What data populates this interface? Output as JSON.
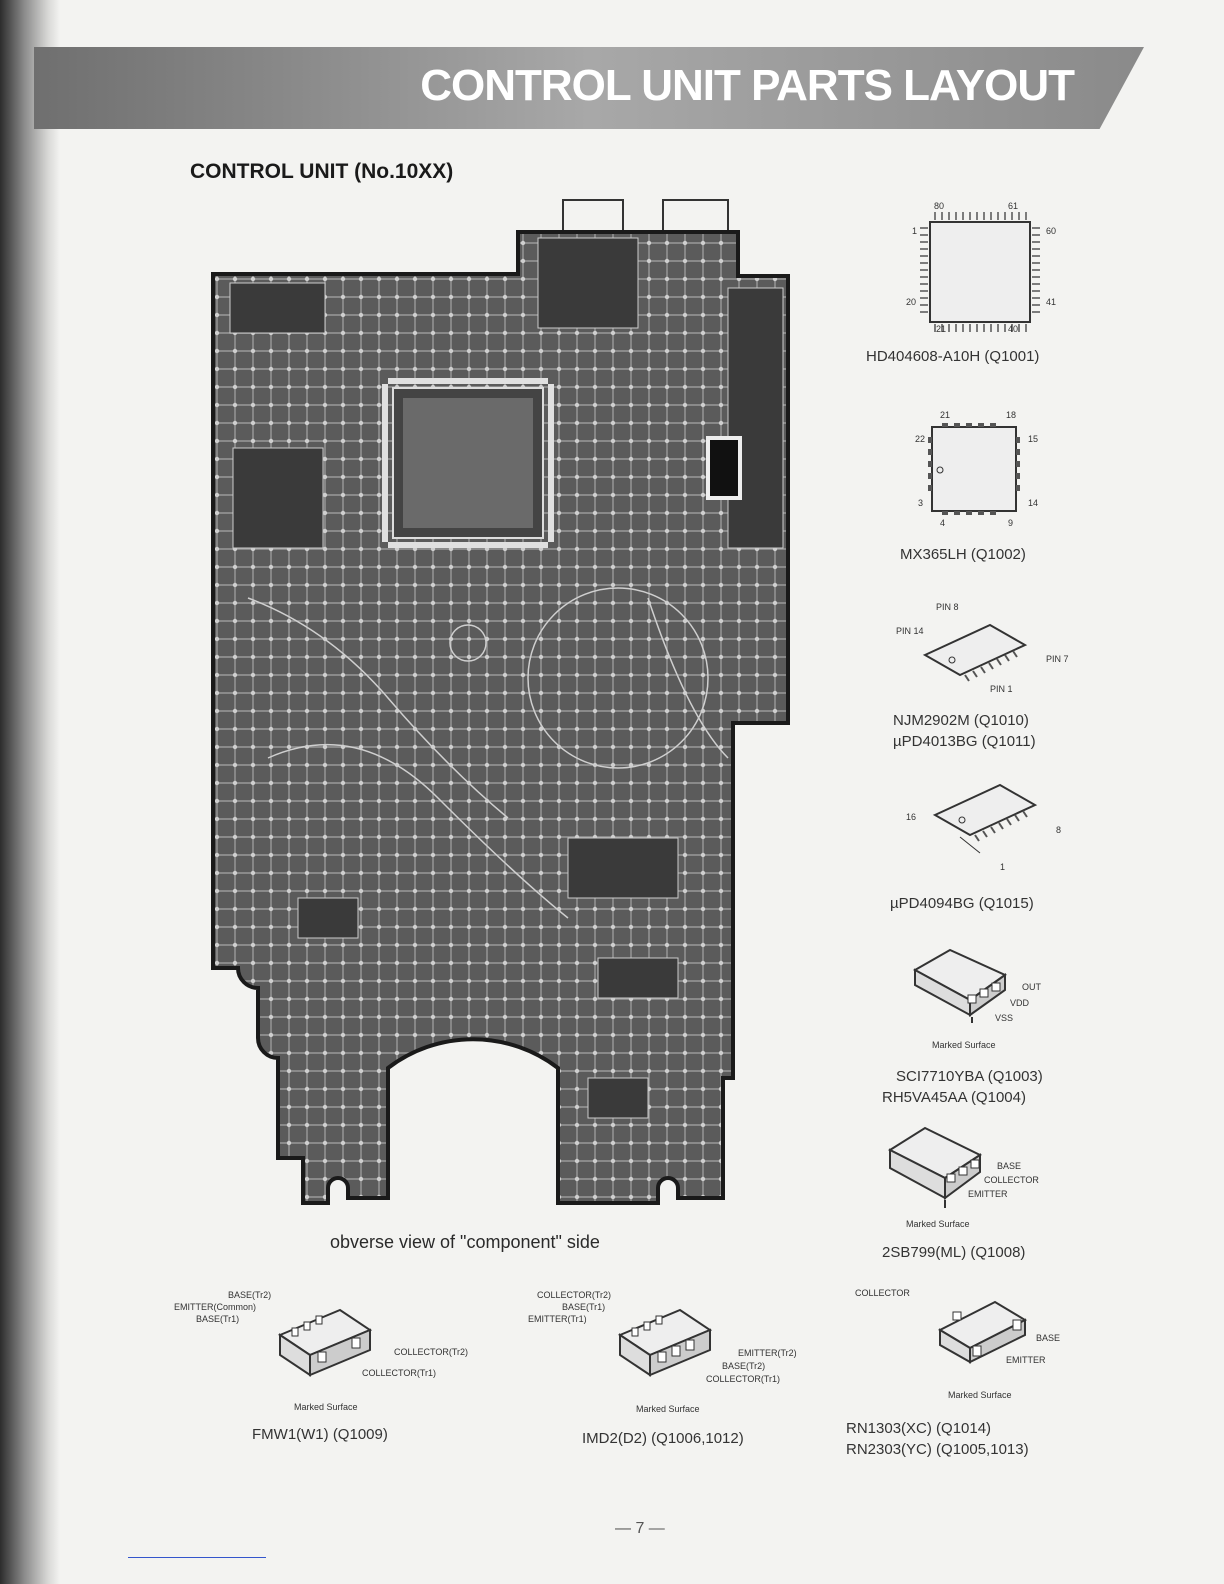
{
  "header": {
    "title": "CONTROL UNIT PARTS LAYOUT"
  },
  "section": {
    "title": "CONTROL UNIT (No.10XX)"
  },
  "board": {
    "caption": "obverse view of \"component\" side"
  },
  "parts": {
    "hd404608": {
      "label": "HD404608-A10H  (Q1001)",
      "pins": [
        "80",
        "61",
        "60",
        "1",
        "20",
        "41",
        "21",
        "40"
      ]
    },
    "mx365lh": {
      "label": "MX365LH  (Q1002)",
      "pins": [
        "21",
        "18",
        "15",
        "22",
        "3",
        "14",
        "4",
        "9"
      ]
    },
    "njm2902m": {
      "label1": "NJM2902M  (Q1010)",
      "label2": "µPD4013BG (Q1011)",
      "pins": [
        "PIN 8",
        "PIN 14",
        "PIN 7",
        "PIN 1"
      ]
    },
    "upd4094": {
      "label": "µPD4094BG  (Q1015)",
      "pins": [
        "16",
        "8",
        "1"
      ]
    },
    "sci7710": {
      "label1": "SCI7710YBA  (Q1003)",
      "label2": "RH5VA45AA  (Q1004)",
      "pins": [
        "OUT",
        "VDD",
        "VSS"
      ],
      "marked": "Marked Surface"
    },
    "2sb799": {
      "label": "2SB799(ML)  (Q1008)",
      "pins": [
        "BASE",
        "COLLECTOR",
        "EMITTER"
      ],
      "marked": "Marked Surface"
    },
    "fmw1": {
      "label": "FMW1(W1)  (Q1009)",
      "pins": [
        "BASE(Tr2)",
        "EMITTER(Common)",
        "BASE(Tr1)",
        "COLLECTOR(Tr2)",
        "COLLECTOR(Tr1)"
      ],
      "marked": "Marked Surface"
    },
    "imd2": {
      "label": "IMD2(D2)  (Q1006,1012)",
      "pins": [
        "COLLECTOR(Tr2)",
        "BASE(Tr1)",
        "EMITTER(Tr1)",
        "EMITTER(Tr2)",
        "BASE(Tr2)",
        "COLLECTOR(Tr1)"
      ],
      "marked": "Marked Surface"
    },
    "rn1303": {
      "label1": "RN1303(XC)  (Q1014)",
      "label2": "RN2303(YC)  (Q1005,1013)",
      "pins": [
        "COLLECTOR",
        "BASE",
        "EMITTER"
      ],
      "marked": "Marked Surface"
    }
  },
  "footer": {
    "page": "— 7 —"
  }
}
